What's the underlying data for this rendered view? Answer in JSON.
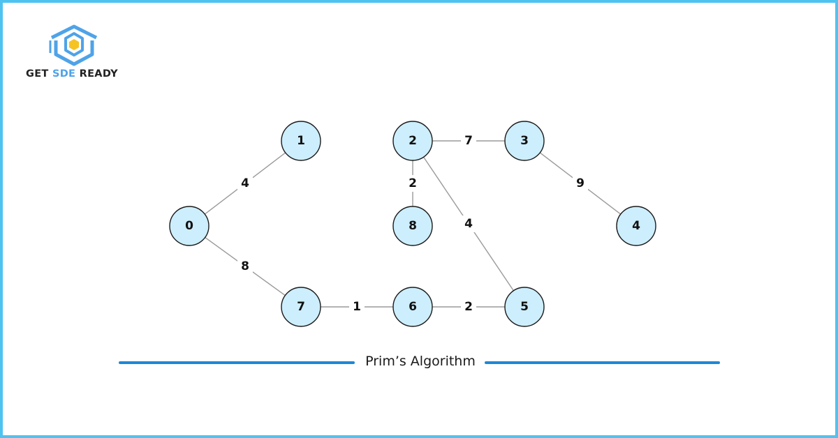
{
  "brand": {
    "name_part1": "GET",
    "name_part2": "SDE",
    "name_part3": "READY",
    "accent": "#4fa3e8"
  },
  "colors": {
    "border": "#4fc3f0",
    "node_fill": "#cdeefc",
    "node_stroke": "#1a1a1a",
    "edge": "#9a9a9a",
    "rule": "#1f87d6"
  },
  "graph": {
    "nodes": [
      "0",
      "1",
      "2",
      "3",
      "4",
      "5",
      "6",
      "7",
      "8"
    ],
    "edges": [
      {
        "from": "0",
        "to": "1",
        "weight": "4"
      },
      {
        "from": "0",
        "to": "7",
        "weight": "8"
      },
      {
        "from": "7",
        "to": "6",
        "weight": "1"
      },
      {
        "from": "6",
        "to": "5",
        "weight": "2"
      },
      {
        "from": "2",
        "to": "8",
        "weight": "2"
      },
      {
        "from": "2",
        "to": "3",
        "weight": "7"
      },
      {
        "from": "2",
        "to": "5",
        "weight": "4"
      },
      {
        "from": "3",
        "to": "4",
        "weight": "9"
      }
    ]
  },
  "caption": "Prim’s Algorithm"
}
